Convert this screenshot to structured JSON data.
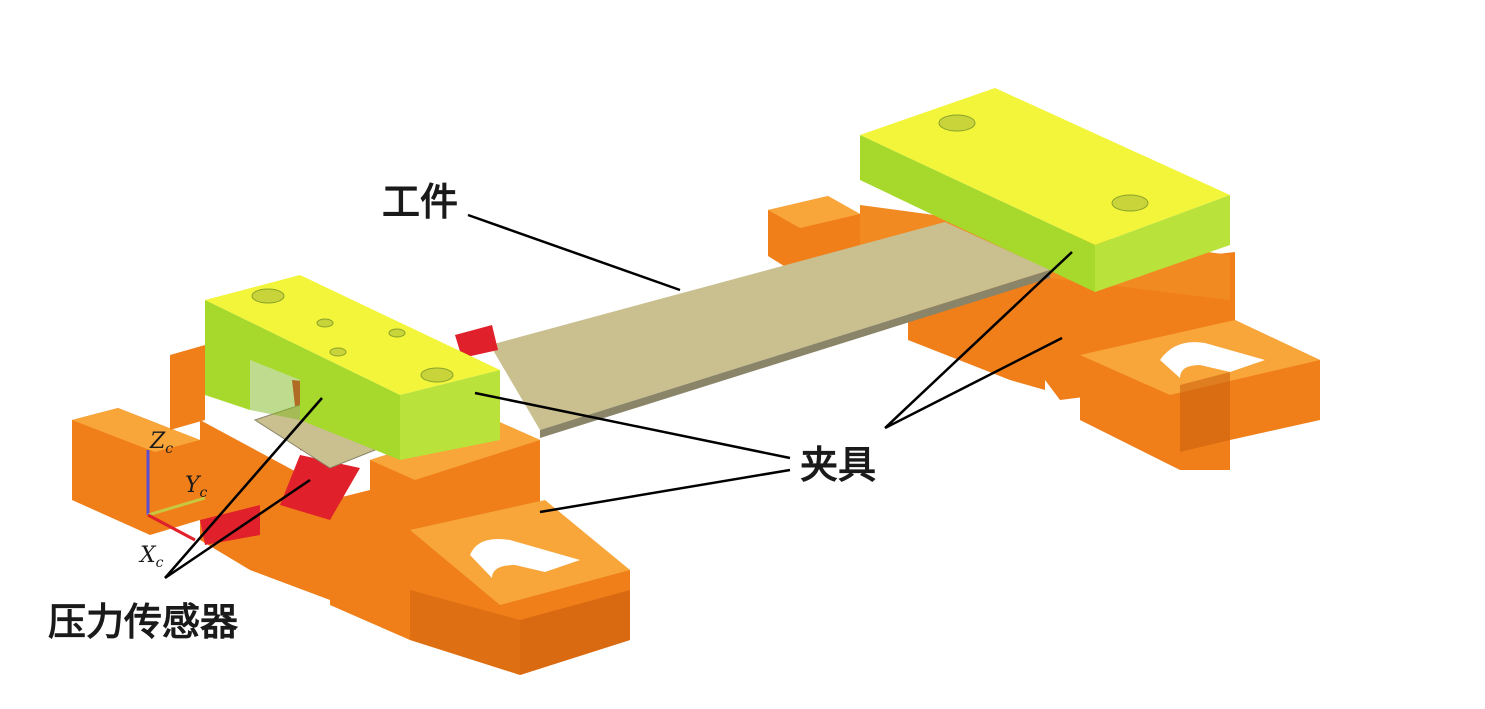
{
  "labels": {
    "workpiece": "工件",
    "fixture": "夹具",
    "pressure_sensor": "压力传感器"
  },
  "axes": {
    "z": "Z",
    "y": "Y",
    "x": "X",
    "subscript": "c"
  },
  "colors": {
    "orange_base": "#f07f1a",
    "orange_top": "#f8a63a",
    "orange_dark": "#c85d0c",
    "clamp_top": "#f2f53a",
    "clamp_side": "#b9e23a",
    "clamp_front": "#a6d92c",
    "workpiece": "#c9bf8f",
    "workpiece_edge": "#8a8468",
    "sensor": "#e0202a",
    "leader": "#000000"
  }
}
